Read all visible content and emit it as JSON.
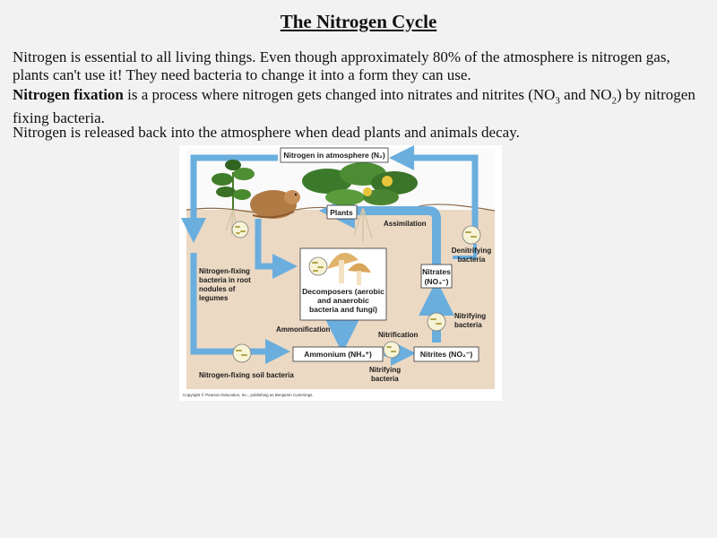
{
  "title": "The Nitrogen Cycle",
  "paragraphs": {
    "p1": "Nitrogen is essential to all living things.  Even though approximately 80% of the atmosphere is nitrogen gas, plants can't use it!  They need bacteria to change it into a form they can use.",
    "p2_bold": "Nitrogen fixation",
    "p2_a": " is a process where nitrogen gets changed into nitrates and nitrites (NO",
    "p2_sub1": "3",
    "p2_b": " and NO",
    "p2_sub2": "2",
    "p2_c": ") by nitrogen fixing bacteria.",
    "p3": "Nitrogen is released back into the atmosphere when dead plants and animals decay."
  },
  "diagram": {
    "atmosphere": "Nitrogen in atmosphere (N₂)",
    "plants": "Plants",
    "assimilation": "Assimilation",
    "denitrifying_1": "Denitrifying",
    "denitrifying_2": "bacteria",
    "nitrates_1": "Nitrates",
    "nitrates_2": "(NO₃⁻)",
    "root_1": "Nitrogen-fixing",
    "root_2": "bacteria in root",
    "root_3": "nodules of",
    "root_4": "legumes",
    "decomp_1": "Decomposers (aerobic",
    "decomp_2": "and anaerobic",
    "decomp_3": "bacteria and fungi)",
    "nitrifying_r1": "Nitrifying",
    "nitrifying_r2": "bacteria",
    "ammonification": "Ammonification",
    "nitrification": "Nitrification",
    "ammonium": "Ammonium (NH₄⁺)",
    "nitrites": "Nitrites (NO₂⁻)",
    "soil_bacteria": "Nitrogen-fixing soil bacteria",
    "nitrifying_b1": "Nitrifying",
    "nitrifying_b2": "bacteria",
    "copyright": "Copyright © Pearson Education, Inc., publishing as Benjamin Cummings."
  }
}
